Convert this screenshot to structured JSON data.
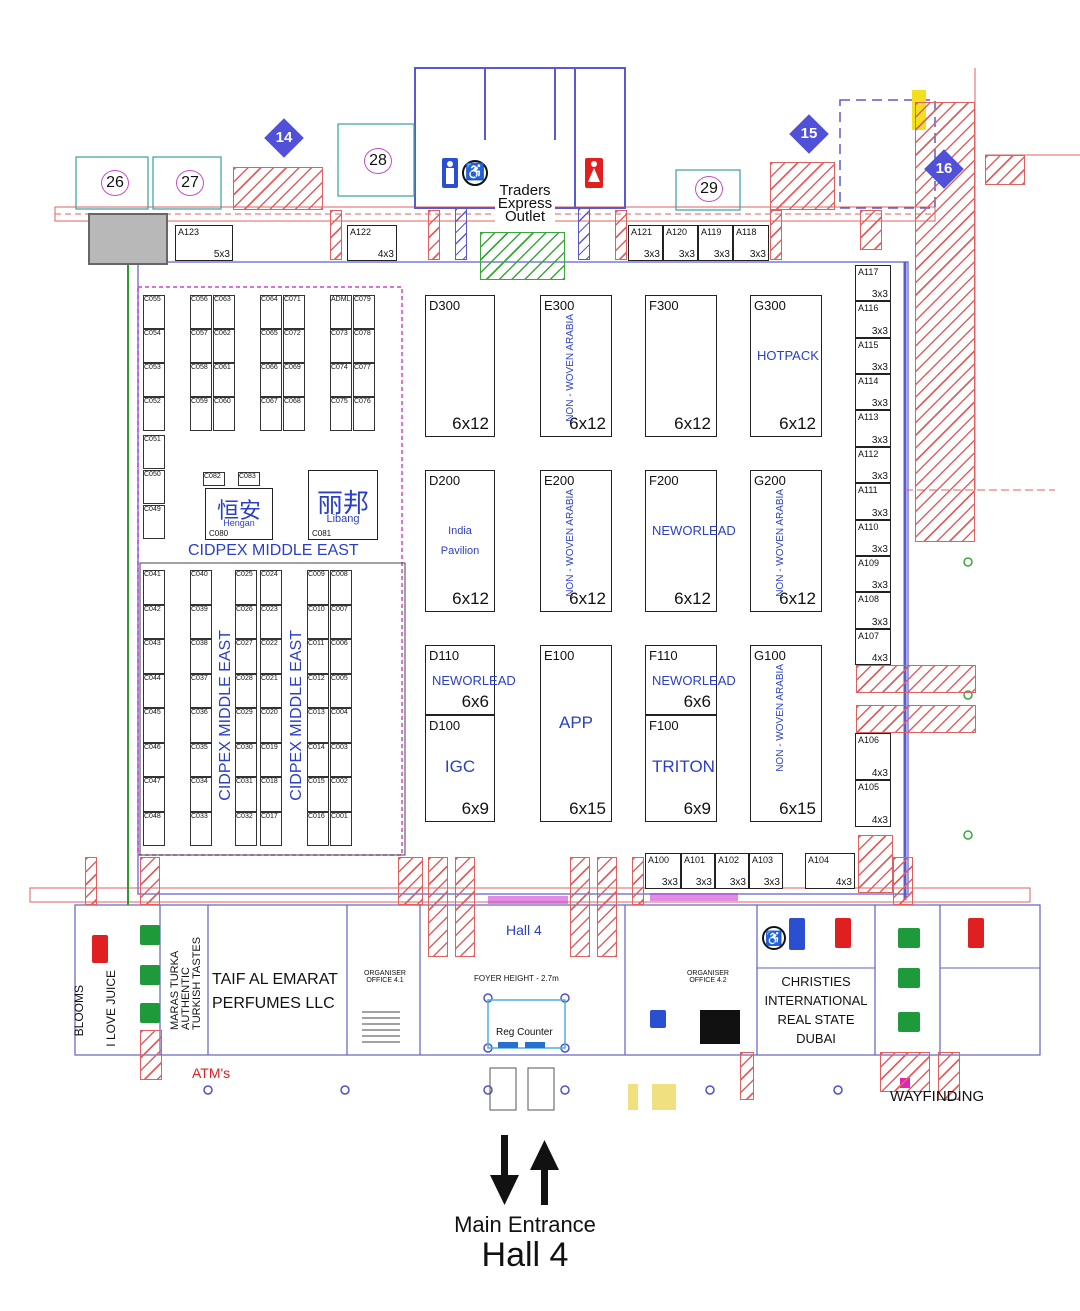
{
  "exterior": {
    "circled": [
      "26",
      "27",
      "28",
      "29"
    ],
    "diamonds": [
      "14",
      "15",
      "16"
    ],
    "traders": "Traders Express Outlet"
  },
  "big_booths": [
    {
      "id": "D300",
      "size": "6x12",
      "name": ""
    },
    {
      "id": "E300",
      "size": "6x12",
      "name": "NON - WOVEN ARABIA",
      "vertical": true
    },
    {
      "id": "F300",
      "size": "6x12",
      "name": ""
    },
    {
      "id": "G300",
      "size": "6x12",
      "name": "HOTPACK"
    },
    {
      "id": "D200",
      "size": "6x12",
      "name": "India Pavilion"
    },
    {
      "id": "E200",
      "size": "6x12",
      "name": "NON - WOVEN ARABIA",
      "vertical": true
    },
    {
      "id": "F200",
      "size": "6x12",
      "name": "NEWORLEAD"
    },
    {
      "id": "G200",
      "size": "6x12",
      "name": "NON - WOVEN ARABIA",
      "vertical": true
    },
    {
      "id": "D110",
      "size": "6x6",
      "name": "NEWORLEAD"
    },
    {
      "id": "D100",
      "size": "6x9",
      "name": "IGC"
    },
    {
      "id": "E100",
      "size": "6x15",
      "name": "APP"
    },
    {
      "id": "F110",
      "size": "6x6",
      "name": "NEWORLEAD"
    },
    {
      "id": "F100",
      "size": "6x9",
      "name": "TRITON"
    },
    {
      "id": "G100",
      "size": "6x15",
      "name": "NON - WOVEN ARABIA",
      "vertical": true
    }
  ],
  "top_booths": [
    {
      "id": "A123",
      "size": "5x3"
    },
    {
      "id": "A122",
      "size": "4x3"
    },
    {
      "id": "A121",
      "size": "3x3"
    },
    {
      "id": "A120",
      "size": "3x3"
    },
    {
      "id": "A119",
      "size": "3x3"
    },
    {
      "id": "A118",
      "size": "3x3"
    }
  ],
  "right_booths": [
    {
      "id": "A117",
      "size": "3x3"
    },
    {
      "id": "A116",
      "size": "3x3"
    },
    {
      "id": "A115",
      "size": "3x3"
    },
    {
      "id": "A114",
      "size": "3x3"
    },
    {
      "id": "A113",
      "size": "3x3"
    },
    {
      "id": "A112",
      "size": "3x3"
    },
    {
      "id": "A111",
      "size": "3x3"
    },
    {
      "id": "A110",
      "size": "3x3"
    },
    {
      "id": "A109",
      "size": "3x3"
    },
    {
      "id": "A108",
      "size": "3x3"
    },
    {
      "id": "A107",
      "size": "4x3"
    }
  ],
  "right_lower_booths": [
    {
      "id": "A106",
      "size": "4x3"
    },
    {
      "id": "A105",
      "size": "4x3"
    }
  ],
  "bottom_booths": [
    {
      "id": "A100",
      "size": "3x3"
    },
    {
      "id": "A101",
      "size": "3x3"
    },
    {
      "id": "A102",
      "size": "3x3"
    },
    {
      "id": "A103",
      "size": "3x3"
    },
    {
      "id": "A104",
      "size": "4x3"
    }
  ],
  "cidpex": {
    "title": "CIDPEX MIDDLE EAST",
    "vertical_title": "CIDPEX MIDDLE EAST",
    "hengan_cn": "恒安",
    "hengan_en": "Hengan",
    "hengan_id": "C080",
    "libang_cn": "丽邦",
    "libang_en": "Libang",
    "libang_id": "C081",
    "upper_cells": [
      "C055",
      "C056",
      "C063",
      "C064",
      "C071",
      "ADML",
      "C079",
      "C054",
      "C057",
      "C062",
      "C065",
      "C072",
      "C073",
      "C078",
      "C053",
      "C058",
      "C061",
      "C066",
      "C069",
      "C074",
      "C077",
      "C052",
      "C059",
      "C060",
      "C067",
      "C068",
      "C075",
      "C076",
      "C051",
      "C050",
      "C049",
      "C082",
      "C083"
    ],
    "lower_cells": [
      "C041",
      "C040",
      "C025",
      "C024",
      "C009",
      "C008",
      "C042",
      "C039",
      "C026",
      "C023",
      "C010",
      "C007",
      "C043",
      "C038",
      "C027",
      "C022",
      "C011",
      "C006",
      "C044",
      "C037",
      "C028",
      "C021",
      "C012",
      "C005",
      "C045",
      "C036",
      "C029",
      "C020",
      "C013",
      "C004",
      "C046",
      "C035",
      "C030",
      "C019",
      "C014",
      "C003",
      "C047",
      "C034",
      "C031",
      "C018",
      "C015",
      "C002",
      "C048",
      "C033",
      "C032",
      "C017",
      "C016",
      "C001"
    ]
  },
  "lower_area": {
    "blooms": "BLOOMS",
    "ilovejuice": "I LOVE JUICE",
    "maras": "MARAS TURKA AUTHENTIC TURKISH TASTES",
    "taif": "TAIF AL EMARAT PERFUMES LLC",
    "organiser1": "ORGANISER OFFICE 4.1",
    "organiser2": "ORGANISER OFFICE 4.2",
    "hall4": "Hall 4",
    "foyer": "FOYER HEIGHT - 2.7m",
    "reg": "Reg Counter",
    "christies": "CHRISTIES INTERNATIONAL REAL STATE DUBAI",
    "atms": "ATM's",
    "wayfinding": "WAYFINDING"
  },
  "entrance": {
    "line1": "Main Entrance",
    "line2": "Hall 4"
  },
  "colors": {
    "booth_text": "#2a3fc4",
    "hatch": "#e06060",
    "wall": "#5a5ad0",
    "cidpex_border": "#d040d0"
  }
}
